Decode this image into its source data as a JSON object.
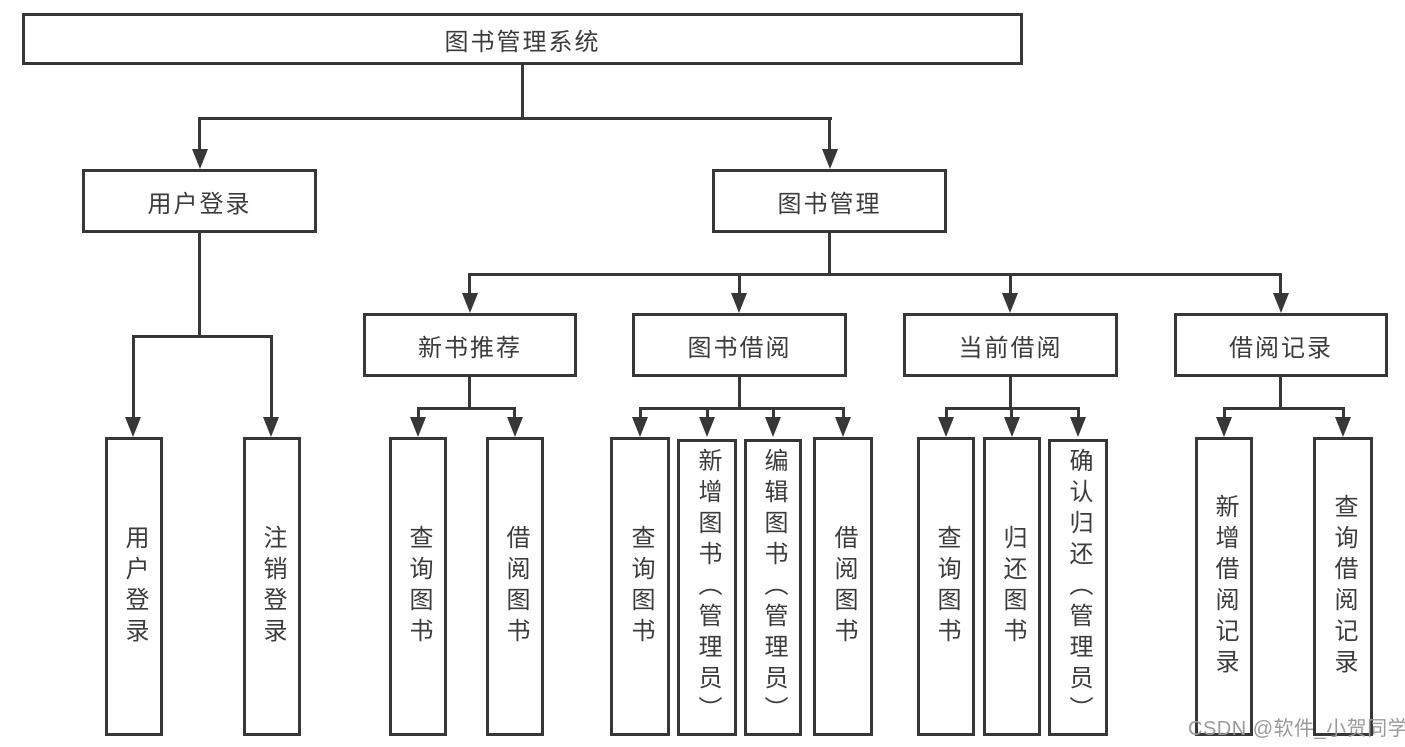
{
  "diagram": {
    "tree": {
      "root": {
        "label": "图书管理系统"
      },
      "level2": [
        {
          "label": "用户登录",
          "children": [
            {
              "label": "用户登录"
            },
            {
              "label": "注销登录"
            }
          ]
        },
        {
          "label": "图书管理",
          "children": [
            {
              "label": "新书推荐",
              "children": [
                {
                  "label": "查询图书"
                },
                {
                  "label": "借阅图书"
                }
              ]
            },
            {
              "label": "图书借阅",
              "children": [
                {
                  "label": "查询图书"
                },
                {
                  "label": "新增图书（管理员）"
                },
                {
                  "label": "编辑图书（管理员）"
                },
                {
                  "label": "借阅图书"
                }
              ]
            },
            {
              "label": "当前借阅",
              "children": [
                {
                  "label": "查询图书"
                },
                {
                  "label": "归还图书"
                },
                {
                  "label": "确认归还（管理员）"
                }
              ]
            },
            {
              "label": "借阅记录",
              "children": [
                {
                  "label": "新增借阅记录"
                },
                {
                  "label": "查询借阅记录"
                }
              ]
            }
          ]
        }
      ]
    },
    "watermark": {
      "text": "CSDN @软件_小贺同学",
      "color": "#9b9b9b"
    },
    "colors": {
      "line": "#373737",
      "text": "#3c3c3c",
      "background": "#ffffff"
    }
  }
}
